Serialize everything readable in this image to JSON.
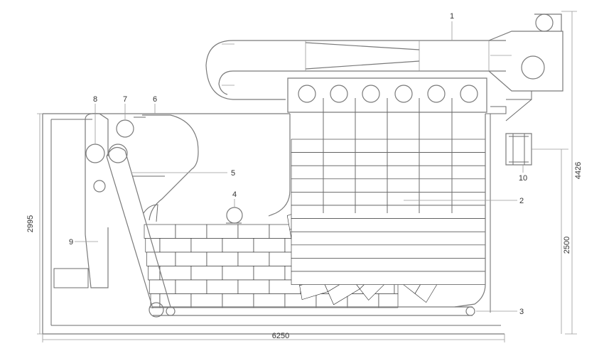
{
  "colors": {
    "yellow": "#f2ea2a",
    "magenta": "#a64ba6",
    "green": "#5fb83a",
    "blue": "#1f48a5",
    "outline": "#6b6b6b"
  },
  "callouts": [
    "1",
    "2",
    "3",
    "4",
    "5",
    "6",
    "7",
    "8",
    "9",
    "10"
  ],
  "dimensions": {
    "overall_length": "6250",
    "overall_height": "4426",
    "lower_height": "2995",
    "conveyor_height": "2500"
  },
  "stack_rows": [
    "yellow",
    "magenta",
    "green",
    "blue",
    "yellow",
    "magenta",
    "green",
    "blue",
    "yellow",
    "magenta",
    "green",
    "blue"
  ]
}
